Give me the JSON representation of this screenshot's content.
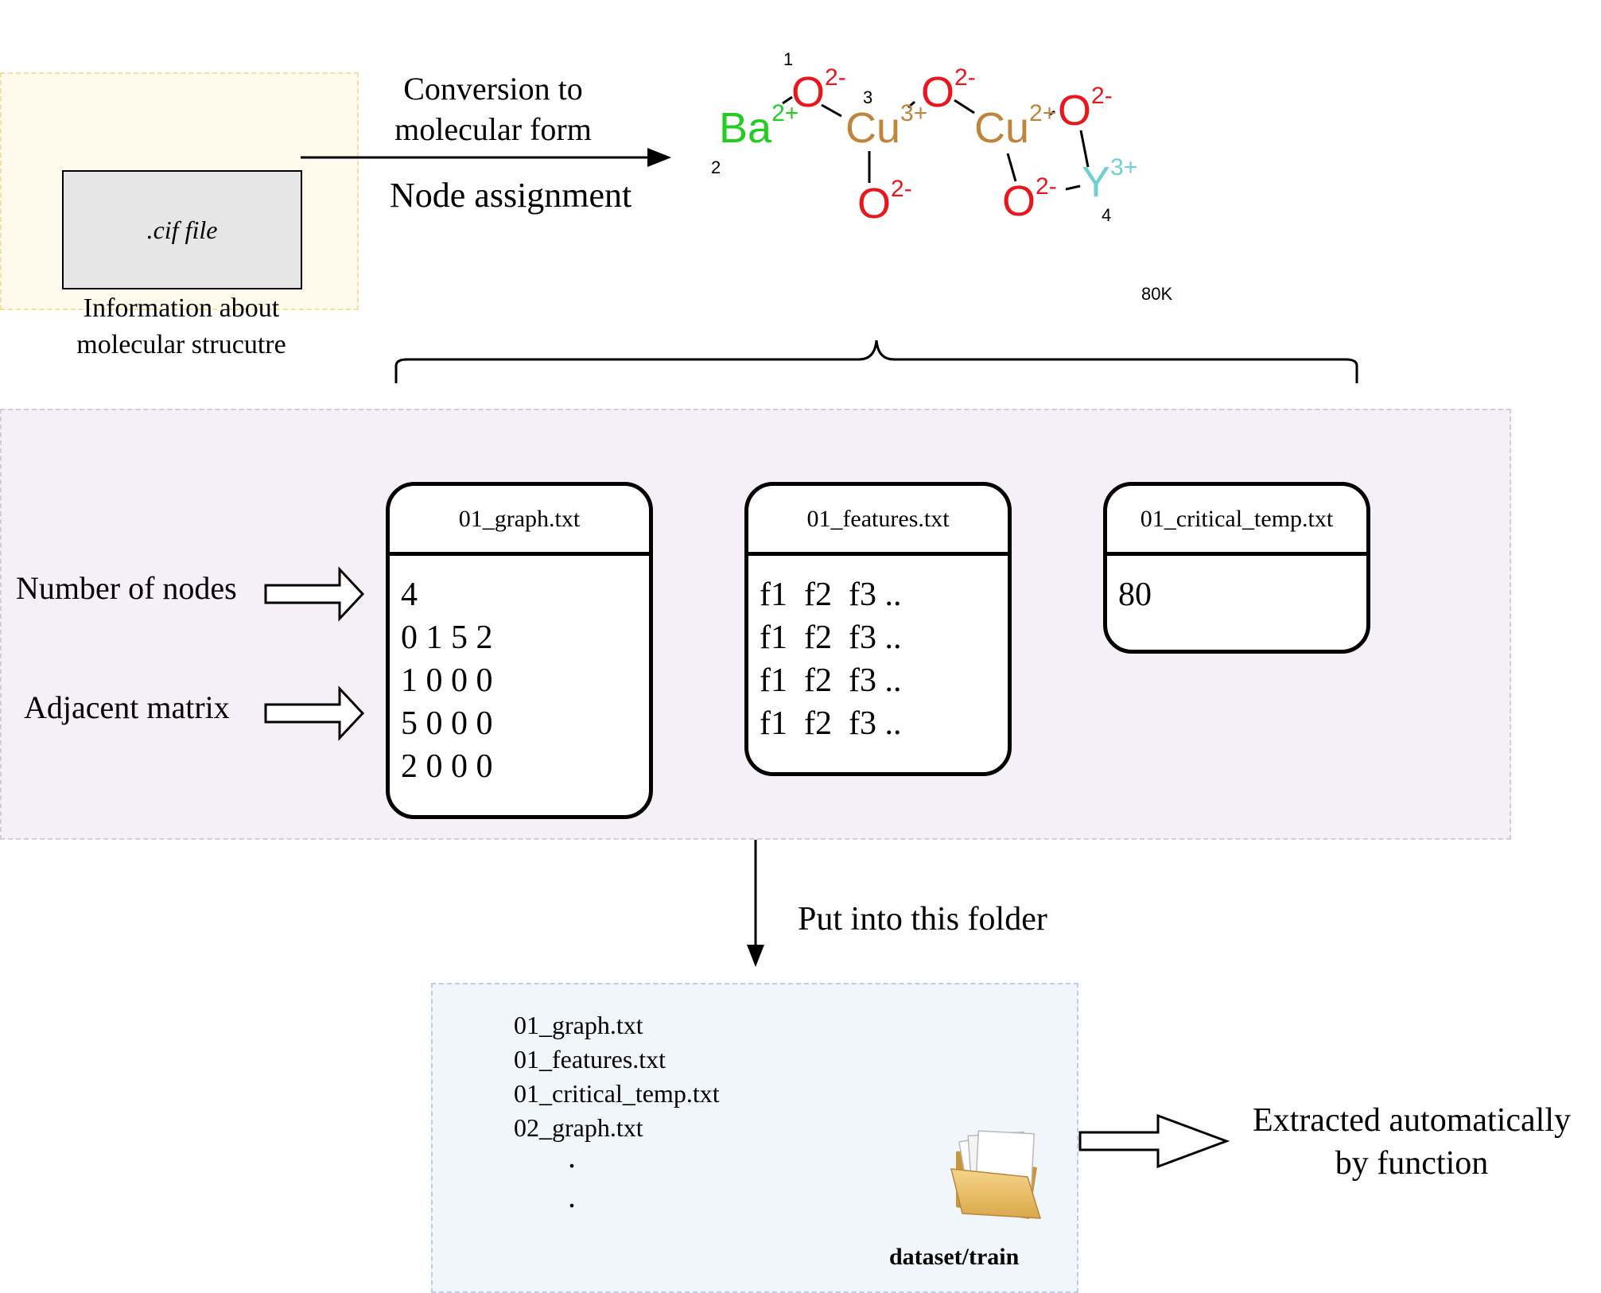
{
  "source": {
    "file_label": ".cif file",
    "caption_line1": "Information about",
    "caption_line2": "molecular strucutre"
  },
  "conversion": {
    "line1": "Conversion to",
    "line2": "molecular form",
    "line3": "Node assignment"
  },
  "molecule": {
    "atoms": [
      {
        "symbol": "Ba",
        "charge": "2+",
        "color": "#22cc22"
      },
      {
        "symbol": "O",
        "charge": "2-",
        "color": "#e8161d"
      },
      {
        "symbol": "Cu",
        "charge": "3+",
        "color": "#c0843d"
      },
      {
        "symbol": "O",
        "charge": "2-",
        "color": "#e8161d"
      },
      {
        "symbol": "O",
        "charge": "2-",
        "color": "#e8161d"
      },
      {
        "symbol": "Cu",
        "charge": "2+",
        "color": "#c0843d"
      },
      {
        "symbol": "O",
        "charge": "2-",
        "color": "#e8161d"
      },
      {
        "symbol": "Y",
        "charge": "3+",
        "color": "#6fd0d3"
      },
      {
        "symbol": "O",
        "charge": "2-",
        "color": "#e8161d"
      }
    ],
    "indices": [
      "1",
      "2",
      "3",
      "4"
    ],
    "temperature": "80K"
  },
  "files": {
    "graph": {
      "title": "01_graph.txt",
      "lines": [
        "4",
        "0 1 5 2",
        "1 0 0 0",
        "5 0 0 0",
        "2 0 0 0"
      ]
    },
    "features": {
      "title": "01_features.txt",
      "lines": [
        "f1  f2  f3 ..",
        "f1  f2  f3 ..",
        "f1  f2  f3 ..",
        "f1  f2  f3 .."
      ]
    },
    "critical_temp": {
      "title": "01_critical_temp.txt",
      "lines": [
        "80"
      ]
    }
  },
  "labels": {
    "nodes": "Number of nodes",
    "adjacent": "Adjacent matrix",
    "put_into": "Put into this folder",
    "extracted_line1": "Extracted automatically",
    "extracted_line2": "by function"
  },
  "dataset": {
    "lines": [
      "01_graph.txt",
      "01_features.txt",
      "01_critical_temp.txt",
      "02_graph.txt"
    ],
    "dots": [
      ".",
      "."
    ],
    "folder_label": "dataset/train",
    "folder_icon": "folder-icon"
  },
  "colors": {
    "oxygen": "#e8161d",
    "copper": "#c0843d",
    "barium": "#22cc22",
    "yttrium": "#6fd0d3",
    "source_panel": "#fffaec",
    "files_panel": "#f5f0f7",
    "dataset_panel": "#f1f5fc"
  }
}
